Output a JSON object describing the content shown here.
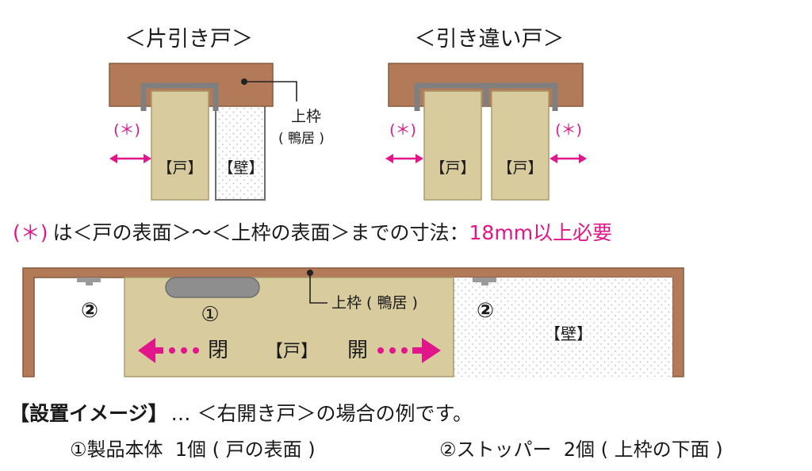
{
  "title_single": "＜片引き戸＞",
  "title_double": "＜引き違い戸＞",
  "label_frame": "上枠",
  "label_frame_kamoi": "( 鴨居 )",
  "label_door": "【戸】",
  "label_wall": "【壁】",
  "mark_asterisk": "(＊)",
  "note_marker": "(＊)",
  "note_text": "は＜戸の表面＞〜＜上枠の表面＞までの寸法：",
  "note_value": "18mm以上必要",
  "bottom_frame_label": "上枠 ( 鴨居 )",
  "num_1": "①",
  "num_2": "②",
  "close_label": "閉",
  "open_label": "開",
  "image_title": "【設置イメージ】",
  "image_caption": "… ＜右開き戸＞の場合の例です。",
  "item_1": "①製品本体  1個 ( 戸の表面 )",
  "item_2": "②ストッパー  2個 ( 上枠の下面 )",
  "colors": {
    "wood": "#b27a58",
    "wood_edge": "#8a5a3c",
    "door": "#d8cc9e",
    "rail": "#7f7f7f",
    "accent": "#e0168a",
    "wall_dot": "#bcbcbc"
  }
}
